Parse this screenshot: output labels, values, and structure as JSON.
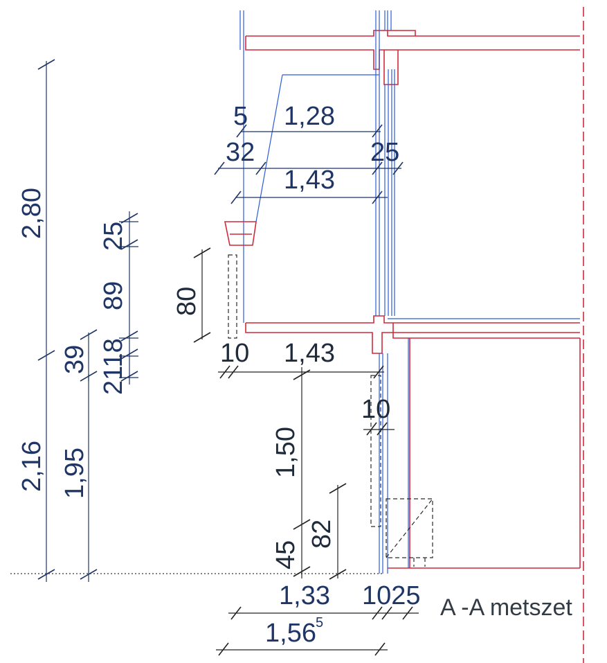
{
  "title": "A -A metszet",
  "dimensions": {
    "total_height": "2,80",
    "lower_height": "2,16",
    "inner_height": "1,95",
    "slab_39": "39",
    "d_25_left": "25",
    "d_89": "89",
    "d_2118": "2118",
    "d_80": "80",
    "d_5": "5",
    "d_128": "1,28",
    "d_32": "32",
    "d_25_top": "25",
    "d_143_top": "1,43",
    "d_10_left": "10",
    "d_143_mid": "1,43",
    "d_10_right": "10",
    "d_150": "1,50",
    "d_82": "82",
    "d_45": "45",
    "d_133": "1,33",
    "d_1025": "1025",
    "d_156": "1,56",
    "d_156_sup": "5"
  },
  "colors": {
    "dimension_text": "#1f3566",
    "structure_blue": "#2b5bd6",
    "structure_red": "#d1293a"
  }
}
